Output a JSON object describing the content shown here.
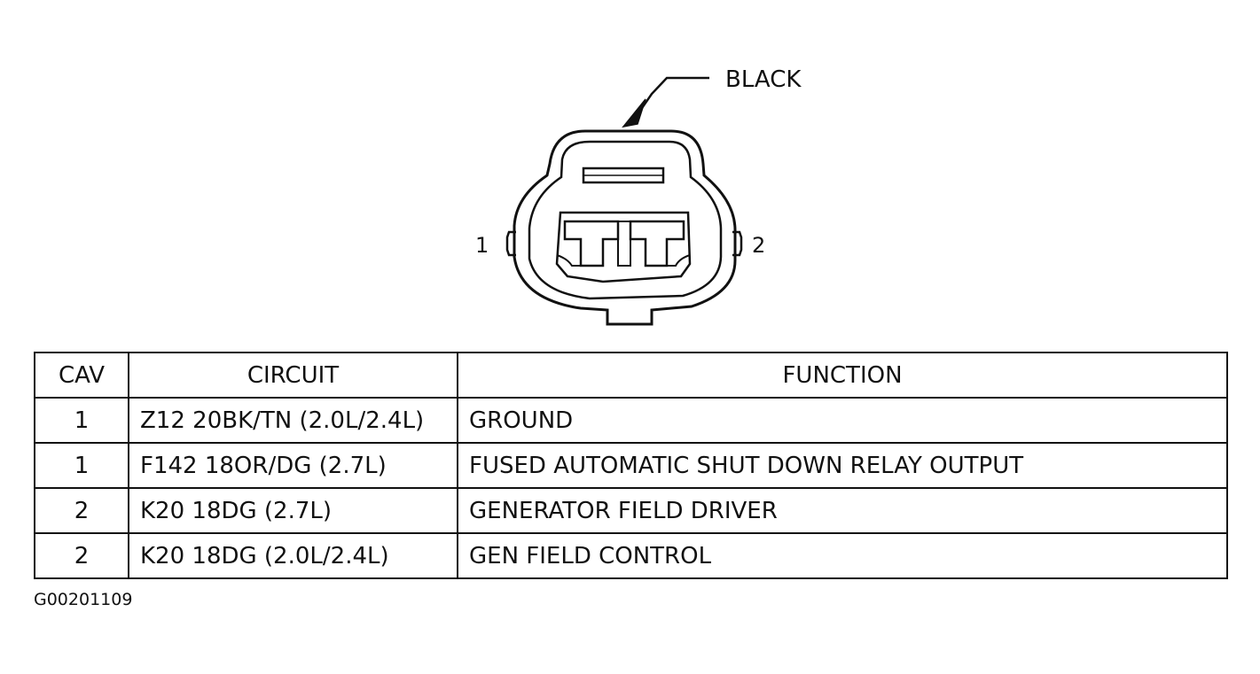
{
  "connector": {
    "color_label": "BLACK",
    "pin_labels": [
      "1",
      "2"
    ]
  },
  "table": {
    "headers": {
      "cav": "CAV",
      "circuit": "CIRCUIT",
      "function": "FUNCTION"
    },
    "rows": [
      {
        "cav": "1",
        "circuit": "Z12 20BK/TN (2.0L/2.4L)",
        "function": "GROUND"
      },
      {
        "cav": "1",
        "circuit": "F142 18OR/DG (2.7L)",
        "function": "FUSED AUTOMATIC SHUT DOWN RELAY OUTPUT"
      },
      {
        "cav": "2",
        "circuit": "K20 18DG (2.7L)",
        "function": "GENERATOR FIELD DRIVER"
      },
      {
        "cav": "2",
        "circuit": "K20 18DG (2.0L/2.4L)",
        "function": "GEN FIELD CONTROL"
      }
    ]
  },
  "figure_id": "G00201109"
}
